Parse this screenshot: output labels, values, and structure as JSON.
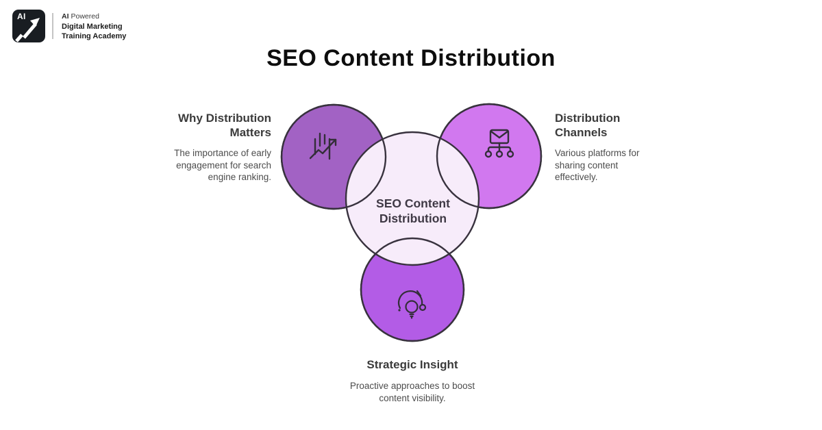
{
  "logo": {
    "badge": "AI",
    "tagline_bold": "AI",
    "tagline_rest": "Powered",
    "line2": "Digital Marketing",
    "line3": "Training Academy"
  },
  "title": "SEO Content Distribution",
  "center": {
    "label": "SEO Content Distribution",
    "fill": "#f7ecfa"
  },
  "nodes": [
    {
      "id": "why-distribution-matters",
      "heading": "Why Distribution Matters",
      "description": "The importance of early engagement for search engine ranking.",
      "fill": "#a262c4",
      "icon": "trend-chart-icon"
    },
    {
      "id": "distribution-channels",
      "heading": "Distribution Channels",
      "description": "Various platforms for sharing content effectively.",
      "fill": "#d178ef",
      "icon": "mail-network-icon"
    },
    {
      "id": "strategic-insight",
      "heading": "Strategic Insight",
      "description": "Proactive approaches to boost content visibility.",
      "fill": "#b35ce6",
      "icon": "insight-bulb-icon"
    }
  ],
  "style": {
    "outline": "#38323e",
    "icon_stroke": "#332e38",
    "heading_color": "#3b3b3b",
    "body_color": "#4c4c4c",
    "title_color": "#0d0d0d",
    "background": "#ffffff"
  }
}
